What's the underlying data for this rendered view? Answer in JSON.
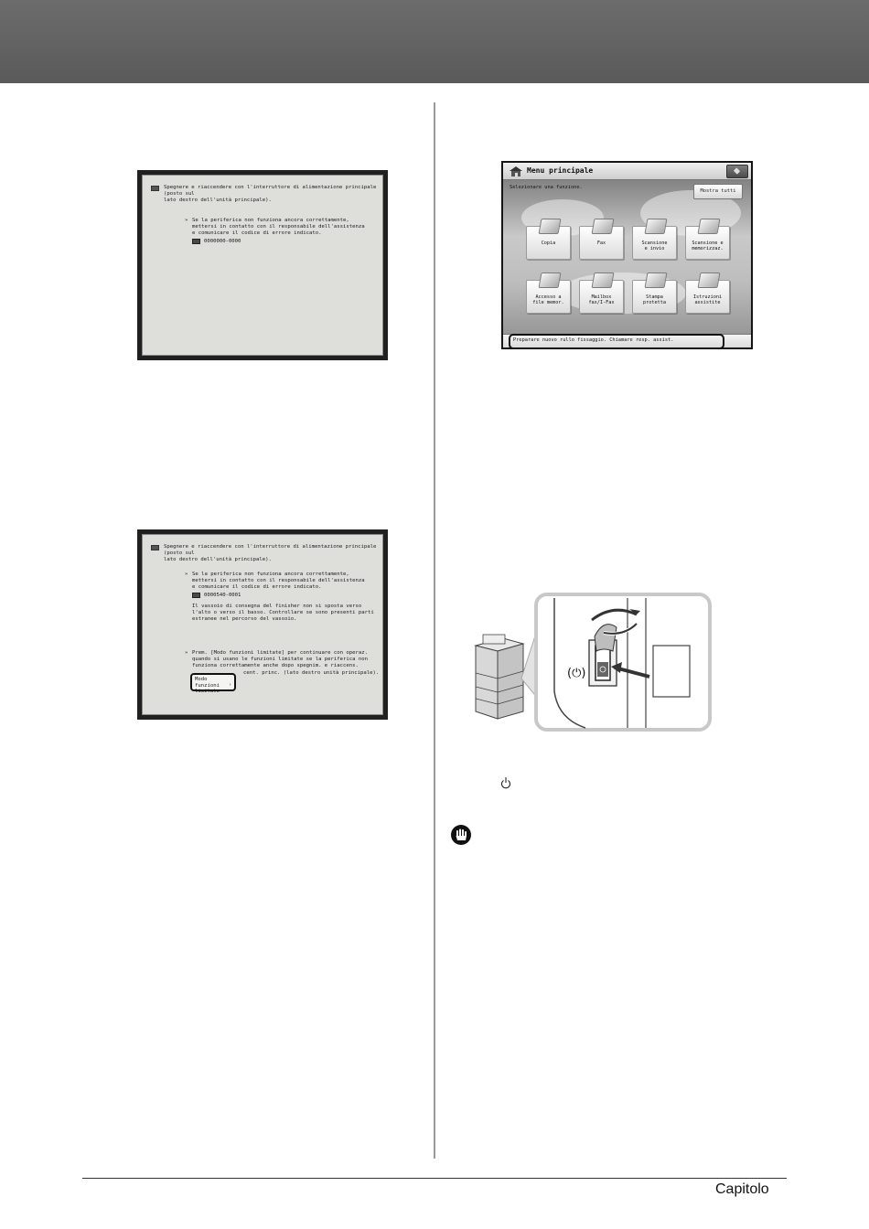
{
  "error_screen_1": {
    "line1": "Spegnere e riaccendere con l'interruttore di alimentazione principale (posto sul",
    "line2": "lato destro dell'unità principale).",
    "bullet": "»",
    "detail1": "Se la periferica non funziona ancora correttamente,",
    "detail2": "mettersi in contatto con il responsabile dell'assistenza",
    "detail3": "e comunicare il codice di errore indicato.",
    "error_code": "0000000-0000"
  },
  "error_screen_2": {
    "line1": "Spegnere e riaccendere con l'interruttore di alimentazione principale (posto sul",
    "line2": "lato destro dell'unità principale).",
    "bullet": "»",
    "detail1": "Se la periferica non funziona ancora correttamente,",
    "detail2": "mettersi in contatto con il responsabile dell'assistenza",
    "detail3": "e comunicare il codice di errore indicato.",
    "error_code": "0000540-0001",
    "finisher1": "Il vassoio di consegna del finisher non si sposta verso",
    "finisher2": "l'alto o verso il basso. Controllare se sono presenti parti",
    "finisher3": "estranee nel percorso del vassoio.",
    "press1": "Prem. [Modo funzioni limitate] per continuare con operaz.",
    "press2": "quando si usano le funzioni limitate se la periferica non",
    "press3": "funziona correttamente anche dopo spegnim. e riaccens.",
    "press4": "cent. princ. (lato destro unità principale).",
    "limited_btn_line1": "Modo funzioni",
    "limited_btn_line2": "limitate",
    "limited_btn_caret": "›"
  },
  "main_menu": {
    "title": "Menu principale",
    "subtitle": "Selezionare una funzione.",
    "show_all": "Mostra tutti",
    "functions": [
      "Copia",
      "Fax",
      "Scansione\ne invio",
      "Scansione e\nmemorizzaz.",
      "Accesso a\nfile memor.",
      "Mailbox\nfax/I-Fax",
      "Stampa\nprotetta",
      "Istruzioni\nassistite"
    ],
    "status_message": "Preparare nuovo rullo fissaggio. Chiamare resp. assist."
  },
  "illustration": {
    "power_symbol": "(⏻)"
  },
  "footer": {
    "chapter": "Capitolo"
  }
}
